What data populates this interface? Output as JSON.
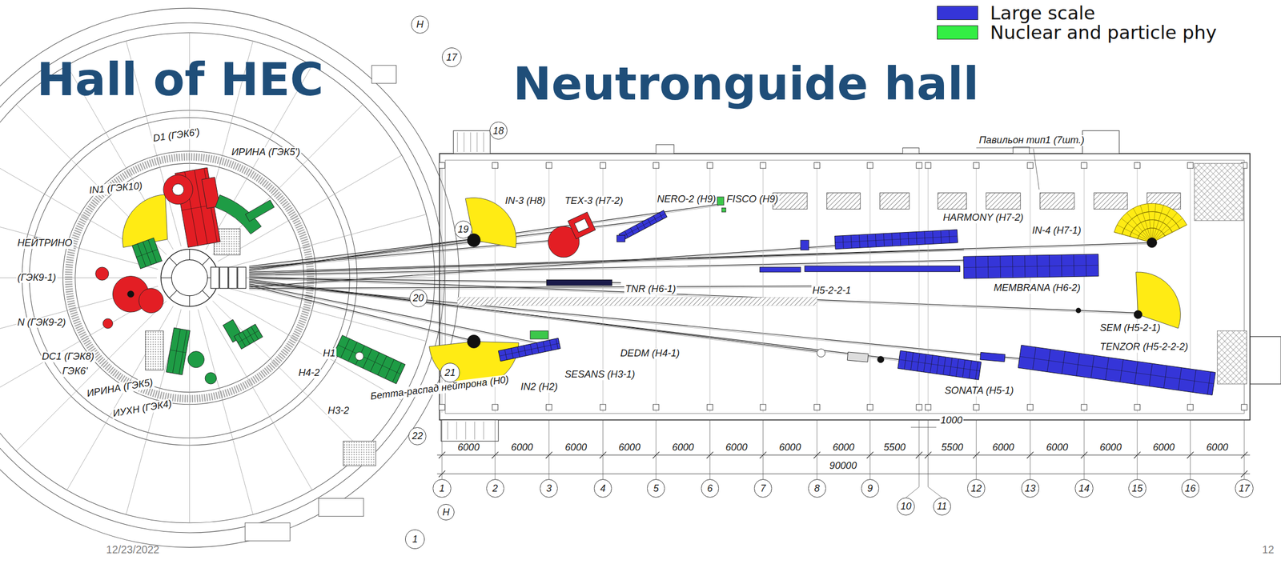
{
  "diagram": {
    "title": "Neutronguide hall",
    "nodes": [
      {
        "text": [
          "H"
        ]
      },
      {
        "text": [
          "17"
        ]
      },
      {
        "text": [
          "18"
        ]
      },
      {
        "text": [
          "19"
        ]
      },
      {
        "text": [
          "20"
        ]
      },
      {
        "text": [
          "21"
        ]
      },
      {
        "text": [
          "22"
        ]
      },
      {
        "text": [
          "1"
        ]
      },
      {
        "text": [
          "2"
        ]
      },
      {
        "text": [
          "3"
        ]
      },
      {
        "text": [
          "4"
        ]
      },
      {
        "text": [
          "5"
        ]
      },
      {
        "text": [
          "6"
        ]
      },
      {
        "text": [
          "7"
        ]
      },
      {
        "text": [
          "8"
        ]
      },
      {
        "text": [
          "9"
        ]
      },
      {
        "text": [
          "10"
        ]
      },
      {
        "text": [
          "11"
        ]
      },
      {
        "text": [
          "12"
        ]
      },
      {
        "text": [
          "13"
        ]
      },
      {
        "text": [
          "14"
        ]
      },
      {
        "text": [
          "15"
        ]
      },
      {
        "text": [
          "16"
        ]
      },
      {
        "text": [
          "17"
        ]
      },
      {
        "text": [
          "H"
        ]
      },
      {
        "text": [
          "1"
        ]
      }
    ],
    "labels": [
      "Hall of HEC",
      "Павильон тип1 (7шт.)",
      "D1 (ГЭК6')",
      "ИРИНА (ГЭК5')",
      "IN1 (ГЭК10)",
      "IN-3 (H8)",
      "TEX-3 (H7-2)",
      "NERO-2 (H9)",
      "FISCO (H9)",
      "HARMONY (H7-2)",
      "IN-4 (H7-1)",
      "НЕЙТРИНО",
      "(ГЭК9-1)",
      "TNR (H6-1)",
      "H5-2-2-1",
      "MEMBRANA (H6-2)",
      "N (ГЭК9-2)",
      "SEM (H5-2-1)",
      "TENZOR (H5-2-2-2)",
      "H1",
      "DEDM (H4-1)",
      "DC1 (ГЭК8)",
      "ГЭК6'",
      "H4-2",
      "SESANS (H3-1)",
      "IN2 (H2)",
      "SONATA (H5-1)",
      "ИРИНА (ГЭК5)",
      "Бетта-распад нейтрона (H0)",
      "H3-2",
      "ИУХН (ГЭК4)",
      "1000",
      "6000",
      "6000",
      "6000",
      "6000",
      "6000",
      "6000",
      "6000",
      "6000",
      "5500",
      "5500",
      "6000",
      "6000",
      "6000",
      "6000",
      "6000",
      "90000",
      "12/23/2022",
      "12"
    ],
    "legend": [
      {
        "text": "Large scale",
        "color": "#3535d8"
      },
      {
        "text": "Nuclear and particle phy",
        "color": "#33ee44"
      }
    ]
  }
}
